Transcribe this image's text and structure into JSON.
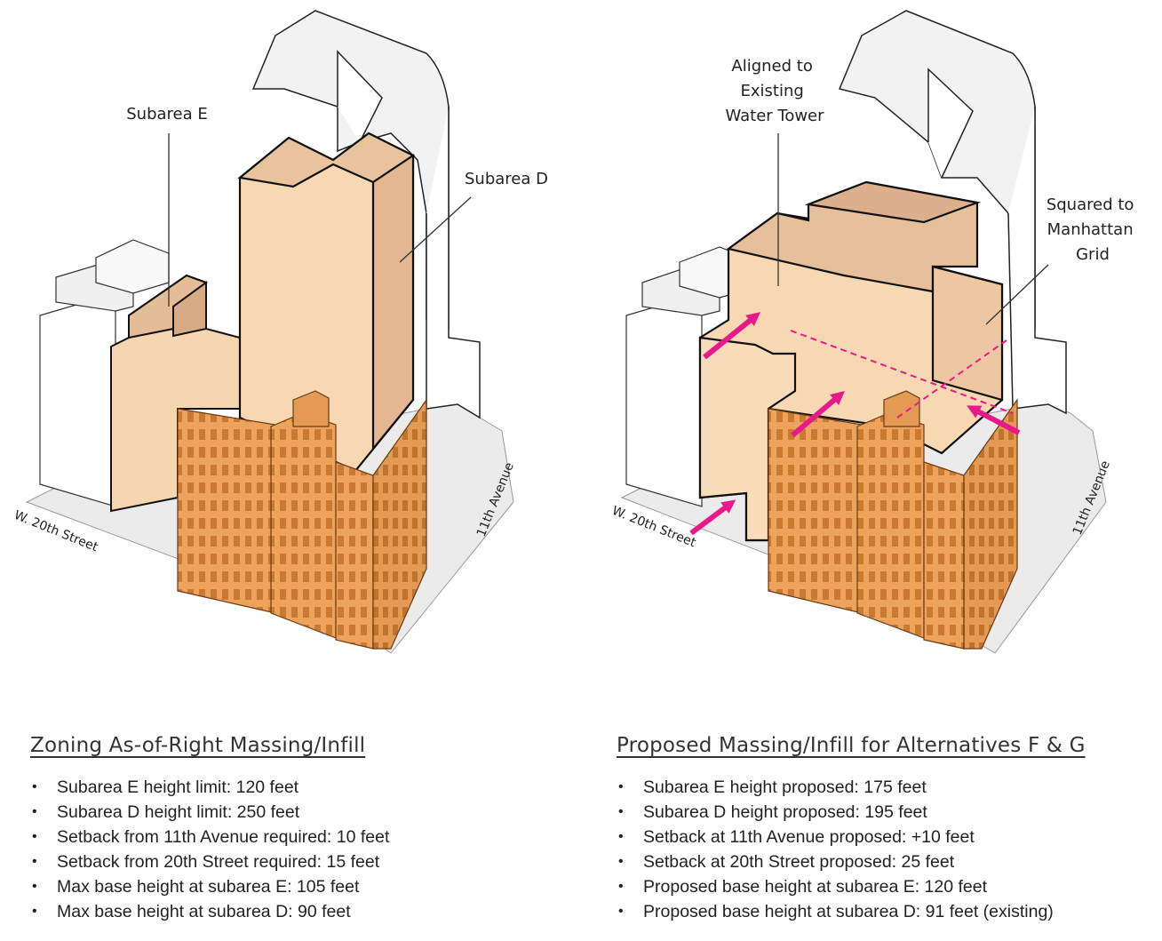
{
  "colors": {
    "massing_light": "#f9ddbb",
    "massing_mid": "#edc7a2",
    "massing_dark": "#dcb08c",
    "historic_building": "#eda35c",
    "arrow": "#e8198b",
    "context_building": "#ffffff",
    "ground": "#ececec"
  },
  "left_panel": {
    "labels": {
      "subarea_e": "Subarea E",
      "subarea_d": "Subarea D"
    },
    "streets": {
      "w20th": "W. 20th Street",
      "eleventh": "11th Avenue"
    },
    "title": "Zoning As-of-Right Massing/Infill",
    "bullets": [
      "Subarea E height limit: 120 feet",
      "Subarea D height limit: 250 feet",
      "Setback from 11th Avenue  required: 10 feet",
      "Setback from 20th Street required: 15 feet",
      "Max base height at subarea E: 105 feet",
      "Max base height at subarea D: 90 feet"
    ]
  },
  "right_panel": {
    "labels": {
      "water_tower": [
        "Aligned to",
        "Existing",
        "Water Tower"
      ],
      "grid": [
        "Squared to",
        "Manhattan",
        "Grid"
      ]
    },
    "streets": {
      "w20th": "W. 20th Street",
      "eleventh": "11th Avenue"
    },
    "title": "Proposed Massing/Infill for Alternatives F & G",
    "bullets": [
      "Subarea E height proposed: 175 feet",
      "Subarea D height proposed: 195 feet",
      "Setback at 11th Avenue proposed: +10 feet",
      "Setback at 20th Street proposed: 25 feet",
      "Proposed base height at subarea E: 120 feet",
      "Proposed base height at subarea D: 91 feet (existing)"
    ]
  }
}
